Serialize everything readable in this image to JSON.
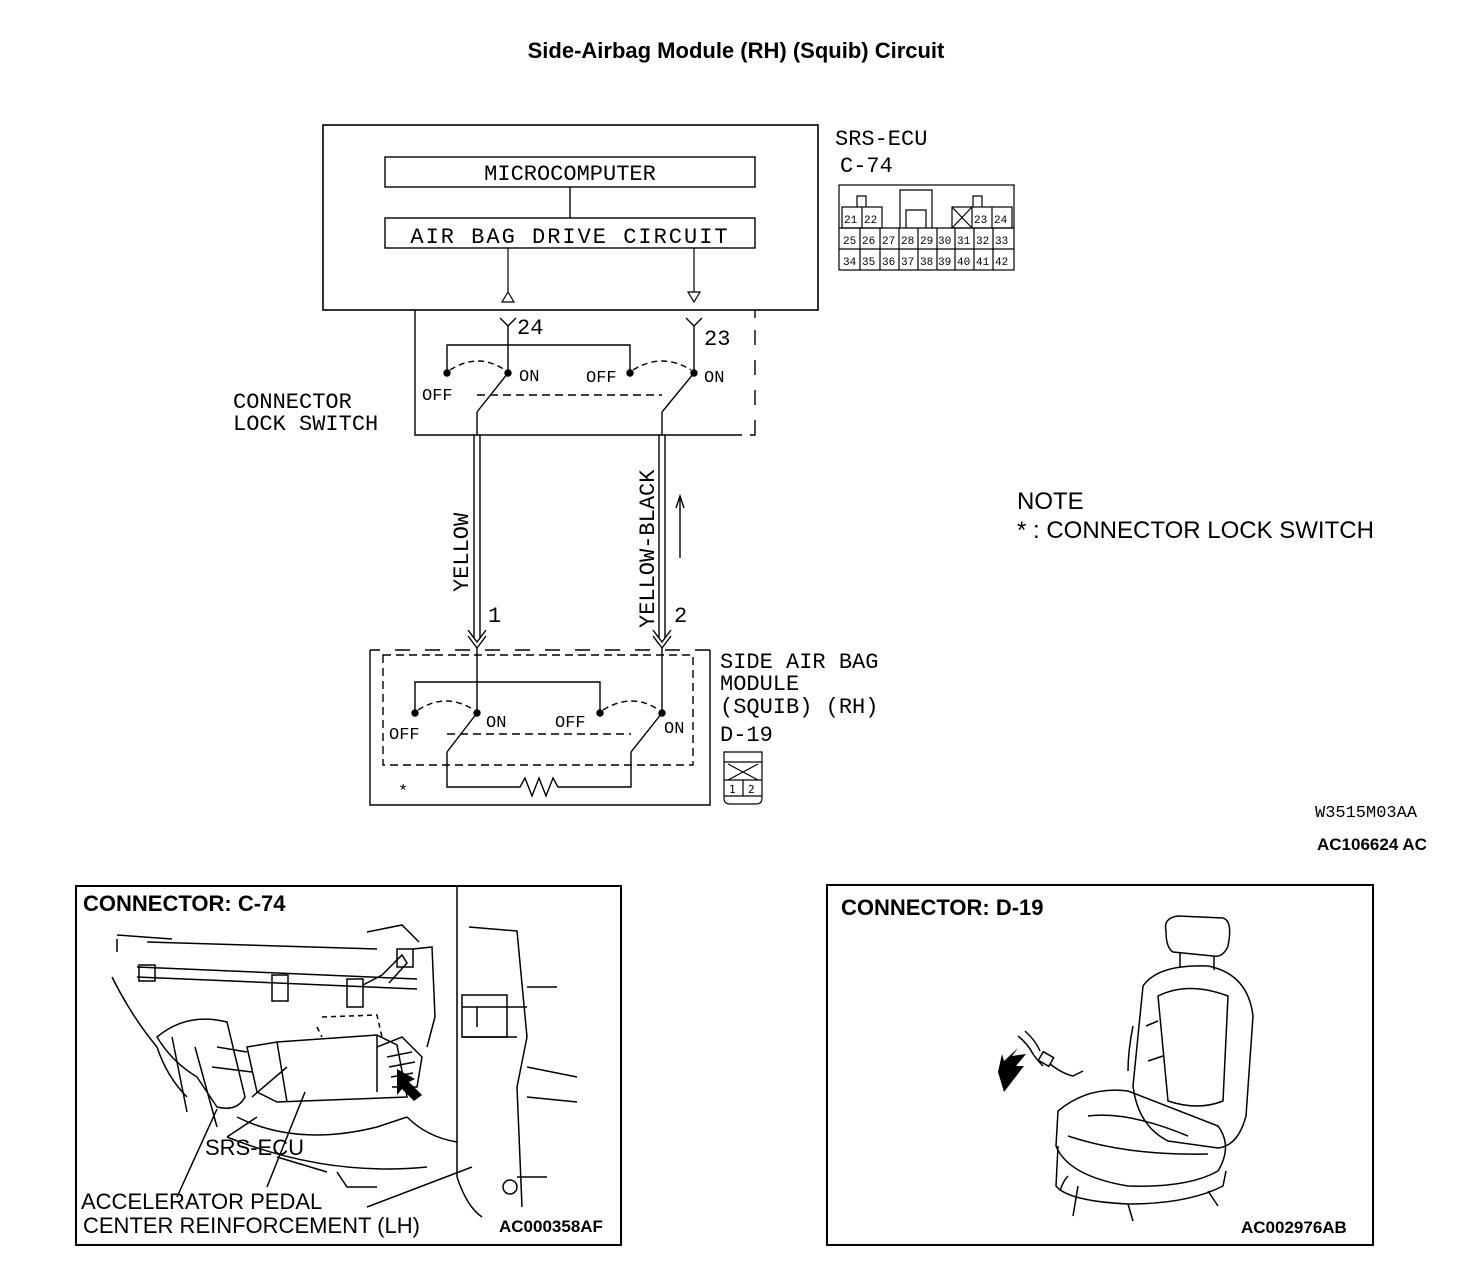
{
  "title": "Side-Airbag Module (RH) (Squib) Circuit",
  "ecu": {
    "name": "SRS-ECU",
    "connector": "C-74",
    "microcomputer_label": "MICROCOMPUTER",
    "drive_circuit_label": "AIR BAG DRIVE CIRCUIT",
    "pin_a": "24",
    "pin_b": "23",
    "connector_pins": {
      "row1": [
        "21",
        "22",
        "",
        "",
        "",
        "",
        "",
        "23",
        "24"
      ],
      "row2": [
        "25",
        "26",
        "27",
        "28",
        "29",
        "30",
        "31",
        "32",
        "33"
      ],
      "row3": [
        "34",
        "35",
        "36",
        "37",
        "38",
        "39",
        "40",
        "41",
        "42"
      ]
    }
  },
  "lock_switch": {
    "label_line1": "CONNECTOR",
    "label_line2": "LOCK SWITCH",
    "off": "OFF",
    "on": "ON"
  },
  "wires": {
    "left_color": "YELLOW",
    "right_color": "YELLOW-BLACK",
    "left_pin": "1",
    "right_pin": "2"
  },
  "module": {
    "line1": "SIDE AIR BAG",
    "line2": "MODULE",
    "line3": "(SQUIB) (RH)",
    "connector": "D-19",
    "pins": [
      "1",
      "2"
    ],
    "asterisk": "*"
  },
  "note": {
    "heading": "NOTE",
    "text": "* : CONNECTOR LOCK SWITCH"
  },
  "figure_codes": {
    "diagram_code": "W3515M03AA",
    "diagram_ref": "AC106624 AC",
    "left_ref": "AC000358AF",
    "right_ref": "AC002976AB"
  },
  "connector_c74_box": {
    "title": "CONNECTOR: C-74",
    "label_ecu": "SRS-ECU",
    "label_pedal": "ACCELERATOR PEDAL",
    "label_reinforcement": "CENTER REINFORCEMENT (LH)"
  },
  "connector_d19_box": {
    "title": "CONNECTOR: D-19"
  }
}
